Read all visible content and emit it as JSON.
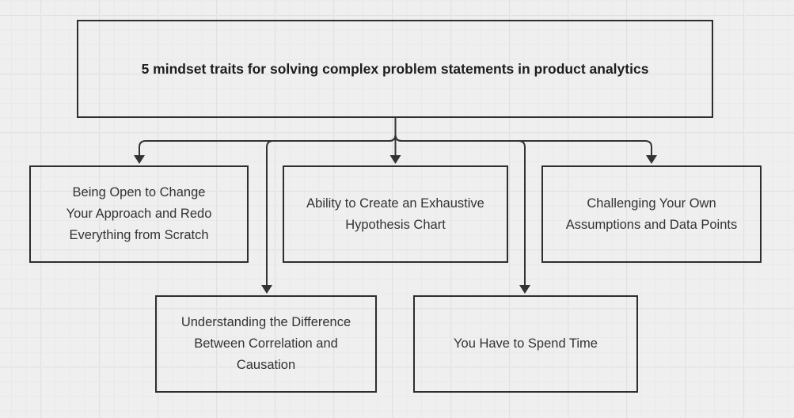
{
  "diagram": {
    "title": "5 mindset traits for solving complex problem statements in product analytics",
    "nodes": [
      {
        "id": "trait-1",
        "label": "Being Open to Change Your Approach and Redo Everything from Scratch"
      },
      {
        "id": "trait-2",
        "label": "Ability to Create an Exhaustive Hypothesis Chart"
      },
      {
        "id": "trait-3",
        "label": "Challenging Your Own Assumptions and Data Points"
      },
      {
        "id": "trait-4",
        "label": "Understanding the Difference Between Correlation and Causation"
      },
      {
        "id": "trait-5",
        "label": "You Have to Spend Time"
      }
    ],
    "edges": [
      {
        "from": "title",
        "to": "trait-1"
      },
      {
        "from": "title",
        "to": "trait-2"
      },
      {
        "from": "title",
        "to": "trait-3"
      },
      {
        "from": "title",
        "to": "trait-4"
      },
      {
        "from": "title",
        "to": "trait-5"
      }
    ],
    "colors": {
      "background": "#efefef",
      "grid_minor": "#e9e9e9",
      "grid_major": "#e1e1e1",
      "box_border": "#2e2e2e",
      "node_text": "#333333",
      "title_text": "#1d1d1d",
      "connector": "#333333"
    }
  }
}
